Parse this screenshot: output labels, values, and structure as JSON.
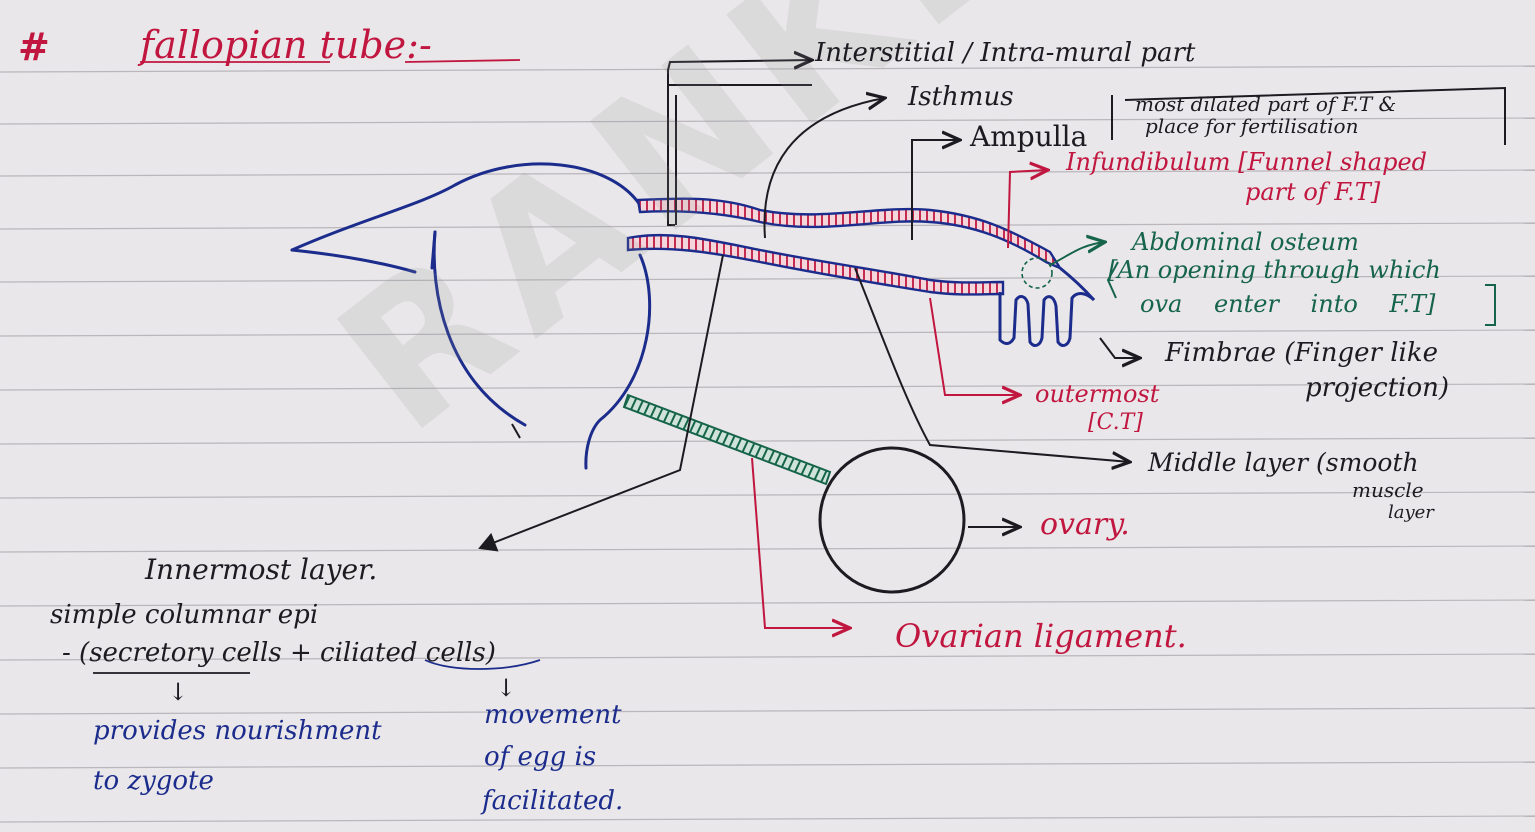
{
  "title": {
    "hash": "#",
    "text": "fallopian tube:-"
  },
  "watermark": "RANKBA",
  "labels": {
    "interstitial": "Interstitial / Intra-mural part",
    "isthmus": "Isthmus",
    "ampulla": "Ampulla",
    "ampulla_note_1": "most dilated part of F.T &",
    "ampulla_note_2": "place for fertilisation",
    "infundibulum": "Infundibulum [Funnel shaped",
    "infundibulum_2": "part of F.T]",
    "abdominal_ostium": "Abdominal osteum",
    "ostium_note_1": "[An opening through which",
    "ostium_note_2": "ova enter into F.T]",
    "fimbrae": "Fimbrae (Finger like",
    "fimbrae_2": "projection)",
    "outermost": "outermost",
    "outermost_2": "[C.T]",
    "middle_layer": "Middle layer (smooth",
    "middle_layer_2": "muscle",
    "middle_layer_3": "layer",
    "ovary": "ovary.",
    "ovarian_ligament": "Ovarian ligament.",
    "innermost": "Innermost layer.",
    "simple_columnar": "simple columnar epi",
    "cells_line": "- (secretory cells + ciliated cells)",
    "arrow_down": "↓",
    "secretory_note_1": "provides nourishment",
    "secretory_note_2": "to zygote",
    "ciliated_note_1": "movement",
    "ciliated_note_2": "of egg is",
    "ciliated_note_3": "facilitated."
  },
  "colors": {
    "paper": "#e9e7e9",
    "rule_line": "#a9a6ad",
    "black_ink": "#1d1b22",
    "red_ink": "#c0163f",
    "green_ink": "#16644a",
    "blue_ink": "#1b2c8c"
  }
}
